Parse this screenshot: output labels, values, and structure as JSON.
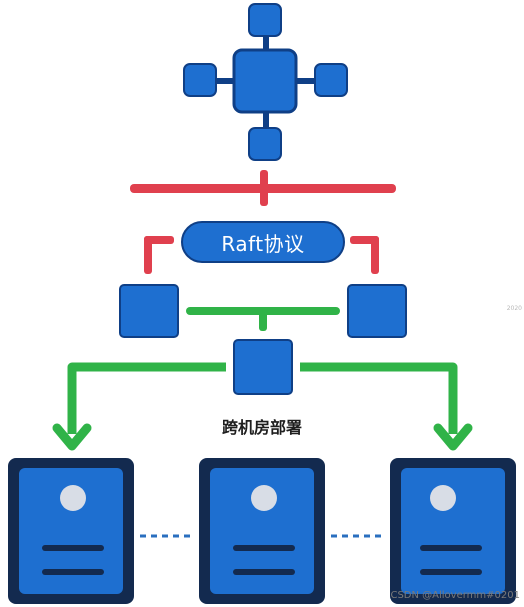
{
  "diagram": {
    "protocol_label": "Raft协议",
    "deploy_label": "跨机房部署",
    "watermark": "CSDN @Allovermm#0201",
    "side_mark": "2020"
  },
  "colors": {
    "node_blue": "#1e6fd0",
    "node_blue_dark": "#0f3f86",
    "red": "#e0404e",
    "green": "#30b348",
    "server_dark": "#132a4f",
    "dots": "#2a6fbf"
  },
  "icons": {
    "top": "network-hub-icon",
    "server": "server-document-icon",
    "arrow": "down-arrow-icon"
  }
}
